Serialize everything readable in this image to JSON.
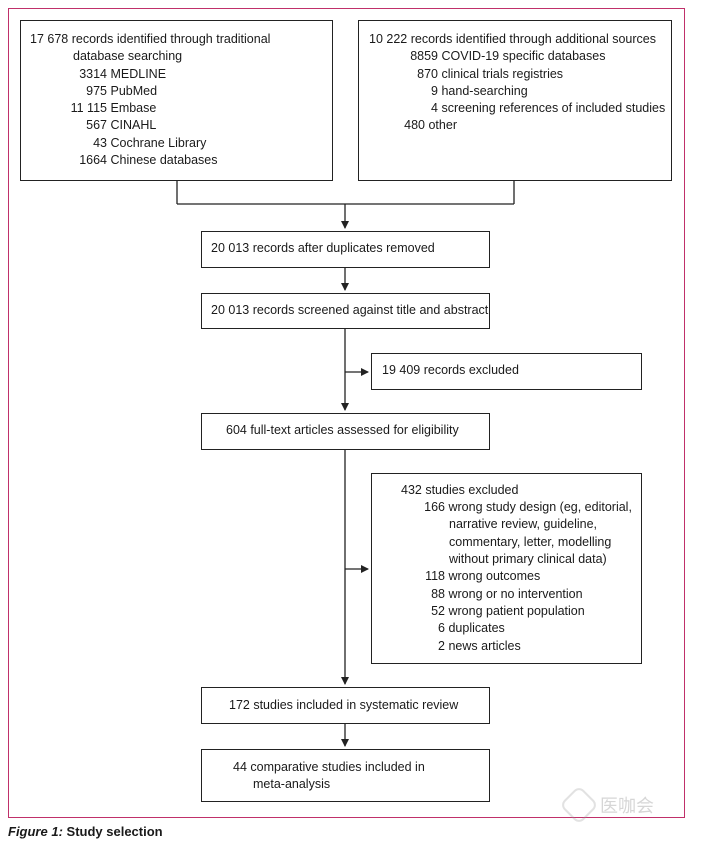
{
  "traditional": {
    "header_line1": "17 678 records identified through traditional",
    "header_line2": "database searching",
    "sources": [
      {
        "count": "3314",
        "label": "MEDLINE"
      },
      {
        "count": "975",
        "label": "PubMed"
      },
      {
        "count": "11 115",
        "label": "Embase"
      },
      {
        "count": "567",
        "label": "CINAHL"
      },
      {
        "count": "43",
        "label": "Cochrane Library"
      },
      {
        "count": "1664",
        "label": "Chinese databases"
      }
    ]
  },
  "additional": {
    "header": "10 222 records identified through additional sources",
    "sources": [
      {
        "count": "8859",
        "label": "COVID-19 specific databases"
      },
      {
        "count": "870",
        "label": "clinical trials registries"
      },
      {
        "count": "9",
        "label": "hand-searching"
      },
      {
        "count": "4",
        "label": "screening references of included studies"
      },
      {
        "count": "480",
        "label": "other"
      }
    ]
  },
  "steps": {
    "duplicates_removed": "20 013 records after duplicates removed",
    "screened": "20 013 records screened against title and abstract",
    "excluded_records": "19 409 records excluded",
    "full_text": "604 full-text articles assessed for eligibility",
    "included_sr": "172 studies included in systematic review",
    "meta_line1": "44 comparative studies included in",
    "meta_line2": "meta-analysis"
  },
  "exclusions": {
    "header": "432 studies excluded",
    "reasons": [
      {
        "count": "166",
        "label": "wrong study design (eg, editorial,",
        "cont": [
          "narrative review, guideline,",
          "commentary, letter, modelling",
          "without primary clinical data)"
        ]
      },
      {
        "count": "118",
        "label": "wrong outcomes"
      },
      {
        "count": "88",
        "label": "wrong or no intervention"
      },
      {
        "count": "52",
        "label": "wrong patient population"
      },
      {
        "count": "6",
        "label": "duplicates"
      },
      {
        "count": "2",
        "label": "news articles"
      }
    ]
  },
  "caption": {
    "figure": "Figure 1:",
    "title": "Study selection"
  },
  "watermark": "医咖会",
  "colors": {
    "frame": "#c0306a",
    "line": "#222222"
  }
}
